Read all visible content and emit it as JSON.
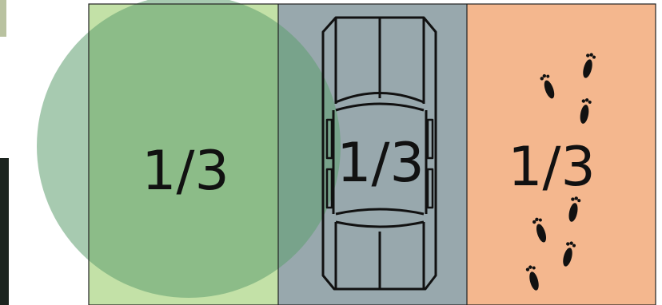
{
  "panels": [
    {
      "label": "1/3",
      "fill": "#c3e1a7",
      "content": "tree"
    },
    {
      "label": "1/3",
      "fill": "#98a8ad",
      "content": "car"
    },
    {
      "label": "1/3",
      "fill": "#f4b78e",
      "content": "footprints"
    }
  ],
  "colors": {
    "tree_canopy": "#5f9e6f",
    "border": "#222222",
    "ink": "#111111",
    "photo_dark": "#1c241f",
    "photo_light": "#b9c2a0"
  },
  "icons": [
    "tree-canopy-circle",
    "car-icon",
    "footprints-icon"
  ]
}
